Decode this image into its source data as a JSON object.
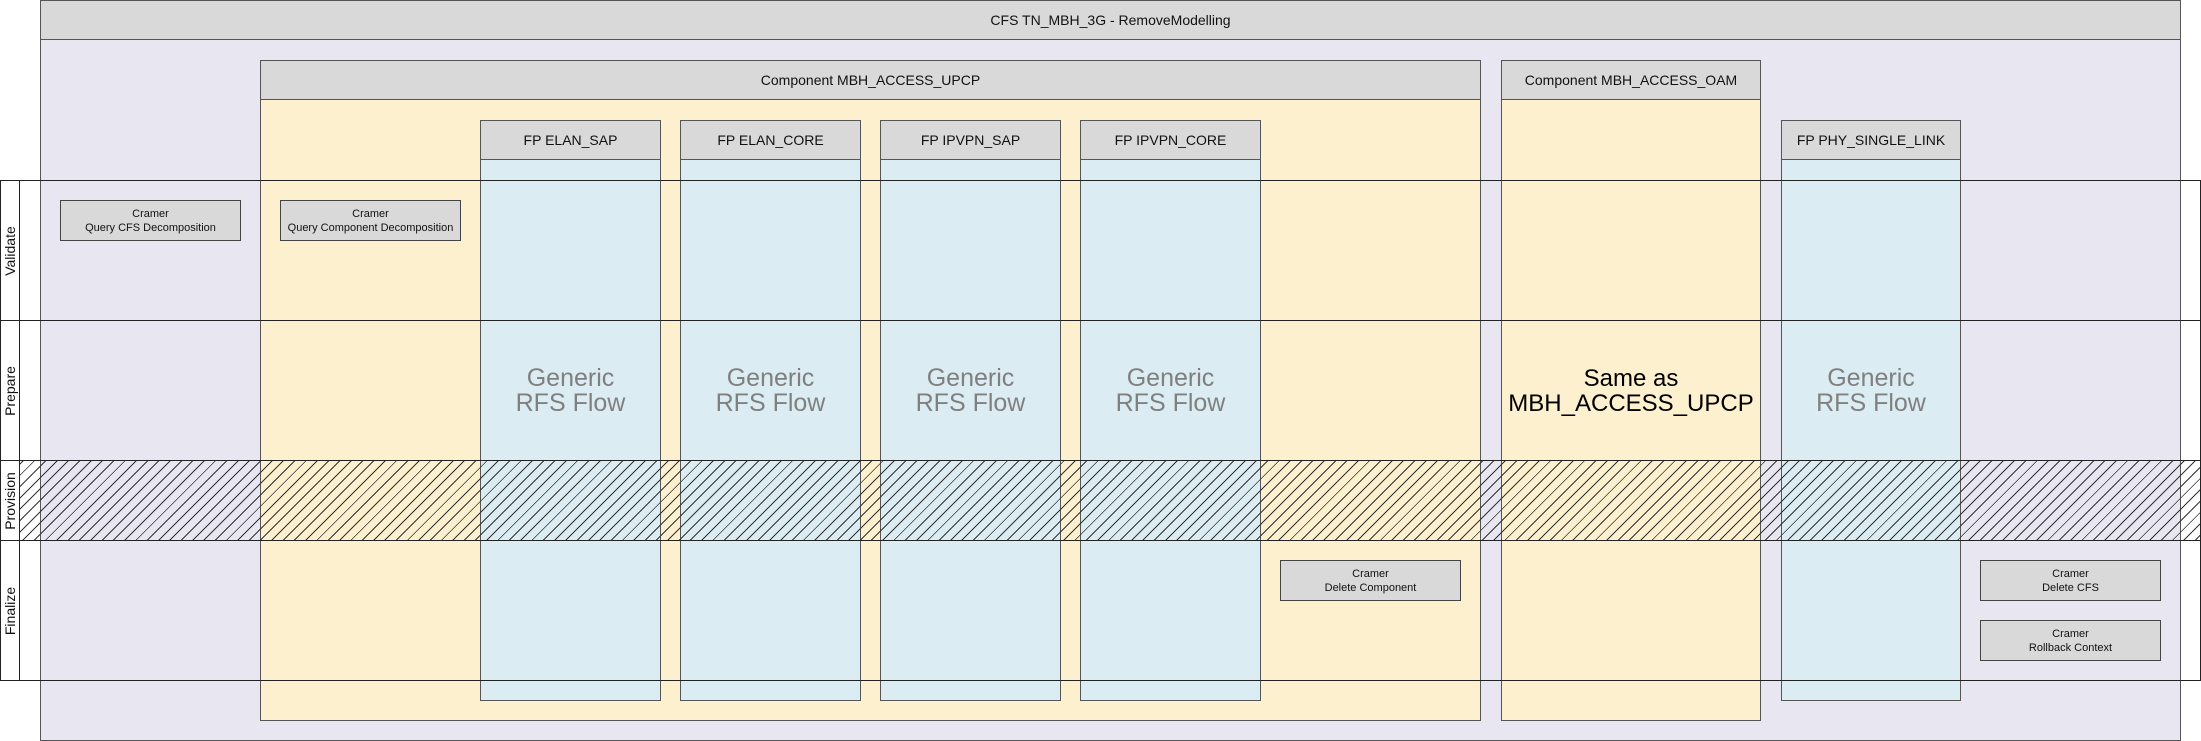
{
  "cfs": {
    "title": "CFS TN_MBH_3G - RemoveModelling"
  },
  "lanes": [
    "Validate",
    "Prepare",
    "Provision",
    "Finalize"
  ],
  "components": [
    {
      "title": "Component MBH_ACCESS_UPCP"
    },
    {
      "title": "Component MBH_ACCESS_OAM",
      "note": [
        "Same as",
        "MBH_ACCESS_UPCP"
      ]
    }
  ],
  "fps": [
    {
      "title": "FP ELAN_SAP",
      "flow": [
        "Generic",
        "RFS Flow"
      ]
    },
    {
      "title": "FP ELAN_CORE",
      "flow": [
        "Generic",
        "RFS Flow"
      ]
    },
    {
      "title": "FP IPVPN_SAP",
      "flow": [
        "Generic",
        "RFS Flow"
      ]
    },
    {
      "title": "FP IPVPN_CORE",
      "flow": [
        "Generic",
        "RFS Flow"
      ]
    },
    {
      "title": "FP PHY_SINGLE_LINK",
      "flow": [
        "Generic",
        "RFS Flow"
      ]
    }
  ],
  "tasks": {
    "query_cfs": [
      "Cramer",
      "Query CFS Decomposition"
    ],
    "query_component": [
      "Cramer",
      "Query Component Decomposition"
    ],
    "delete_component": [
      "Cramer",
      "Delete Component"
    ],
    "delete_cfs": [
      "Cramer",
      "Delete CFS"
    ],
    "rollback_context": [
      "Cramer",
      "Rollback Context"
    ]
  },
  "colors": {
    "cfs_background": "#e8e6f0",
    "component_background": "#fdf0cf",
    "fp_background": "#dbecf3",
    "header_background": "#d9d9d9",
    "flow_text": "#808080"
  }
}
